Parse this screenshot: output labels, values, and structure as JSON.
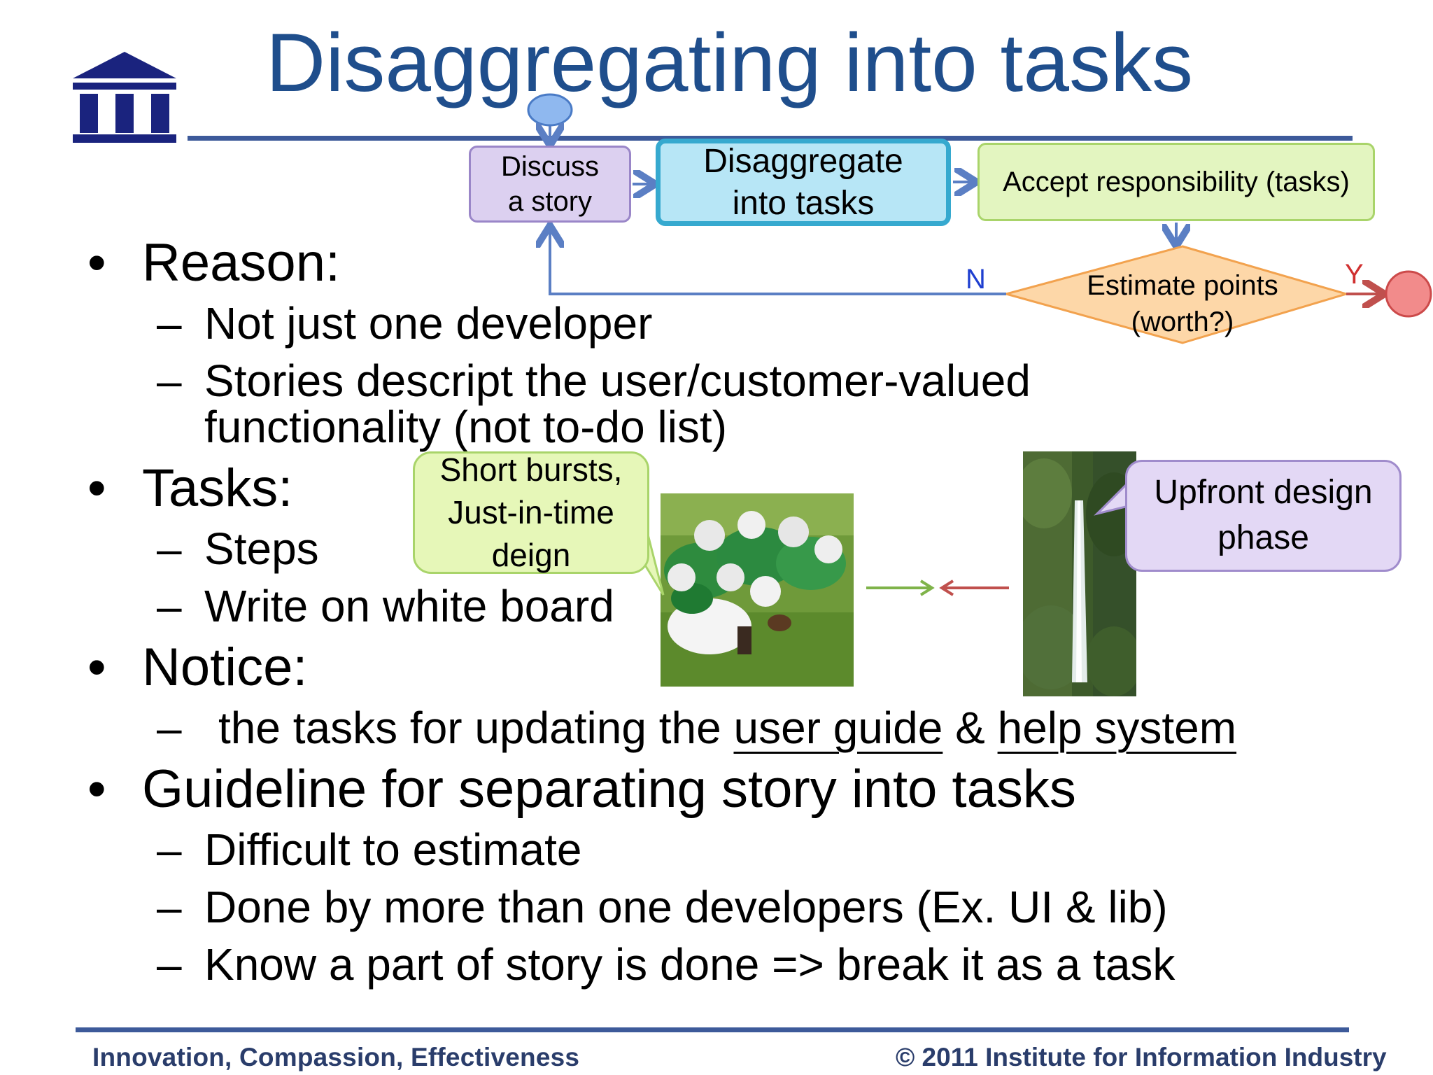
{
  "slide": {
    "title": "Disaggregating into tasks",
    "logo": "institute-logo"
  },
  "flowchart": {
    "discuss": "Discuss\na story",
    "disaggregate": "Disaggregate\ninto tasks",
    "accept": "Accept responsibility (tasks)",
    "estimate": "Estimate points\n(worth?)",
    "no_label": "N",
    "yes_label": "Y"
  },
  "bullets": {
    "reason": "Reason:",
    "reason_1": "Not just one developer",
    "reason_2a": "Stories descript the user/customer-valued",
    "reason_2b": "functionality (not to-do list)",
    "tasks": "Tasks:",
    "tasks_1": "Steps",
    "tasks_2": "Write on white board",
    "notice": "Notice:",
    "notice_1_pre": "the tasks for updating the ",
    "notice_1_u1": "user guide",
    "notice_1_mid": " & ",
    "notice_1_u2": "help system",
    "guideline": "Guideline for separating story into tasks",
    "guideline_1": "Difficult to estimate",
    "guideline_2": "Done by more than one developers (Ex. UI & lib)",
    "guideline_3": "Know a part of story is done => break it as a task"
  },
  "callouts": {
    "short_bursts": "Short bursts,\nJust-in-time\ndeign",
    "upfront": "Upfront design\nphase"
  },
  "footer": {
    "left": "Innovation, Compassion, Effectiveness",
    "right": "© 2011 Institute for Information Industry"
  },
  "colors": {
    "title": "#1f4e8c",
    "rule": "#3d5a9a",
    "arrow_blue": "#5b7fc4",
    "arrow_green": "#7fb34a",
    "arrow_red": "#c0504d"
  }
}
